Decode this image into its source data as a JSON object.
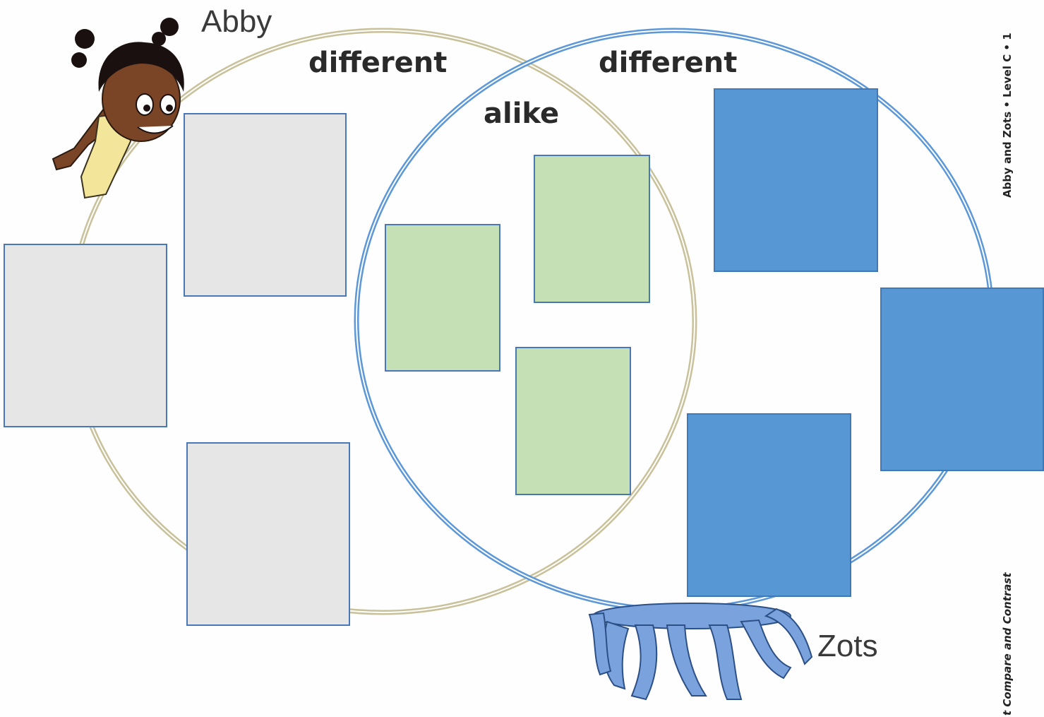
{
  "labels": {
    "left_different": "different",
    "right_different": "different",
    "center_alike": "alike"
  },
  "characters": {
    "left_name": "Abby",
    "right_name": "Zots"
  },
  "side_text": {
    "top": "Abby and Zots • Level C • 1",
    "bottom": "t Compare and Contrast"
  },
  "colors": {
    "left_circle": "#c8c19a",
    "right_circle": "#5c97d8",
    "gray_box": "#e6e6e6",
    "green_box": "#c5e0b4",
    "blue_box": "#5797d3"
  },
  "boxes": {
    "gray_count": 3,
    "green_count": 3,
    "blue_count": 3
  }
}
